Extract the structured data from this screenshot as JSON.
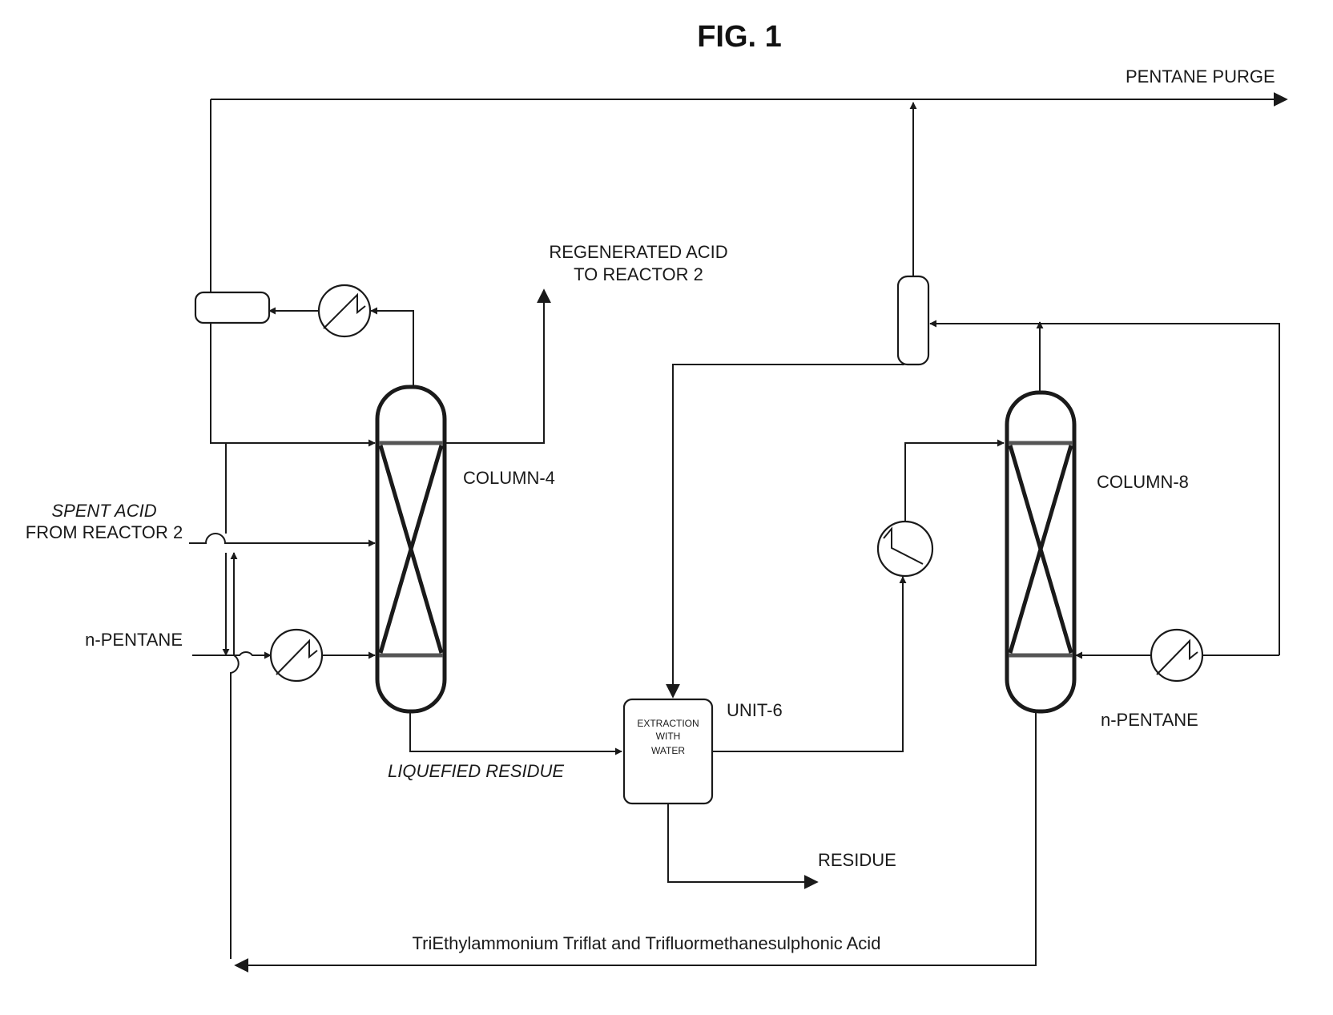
{
  "figure_title": "FIG. 1",
  "labels": {
    "pentane_purge": "PENTANE PURGE",
    "regenerated_acid_line1": "REGENERATED ACID",
    "regenerated_acid_line2": "TO REACTOR 2",
    "column_4": "COLUMN-4",
    "column_8": "COLUMN-8",
    "spent_acid_line1": "SPENT ACID",
    "spent_acid_line2": "FROM REACTOR 2",
    "n_pentane_left": "n-PENTANE",
    "n_pentane_right": "n-PENTANE",
    "unit_6": "UNIT-6",
    "extraction_line1": "EXTRACTION",
    "extraction_line2": "WITH",
    "extraction_line3": "WATER",
    "liquefied_residue": "LIQUEFIED RESIDUE",
    "residue": "RESIDUE",
    "recycle_stream": "TriEthylammonium Triflat and Trifluormethanesulphonic Acid"
  },
  "colors": {
    "ink": "#1a1a1a",
    "tray": "#555555",
    "background": "#ffffff"
  }
}
